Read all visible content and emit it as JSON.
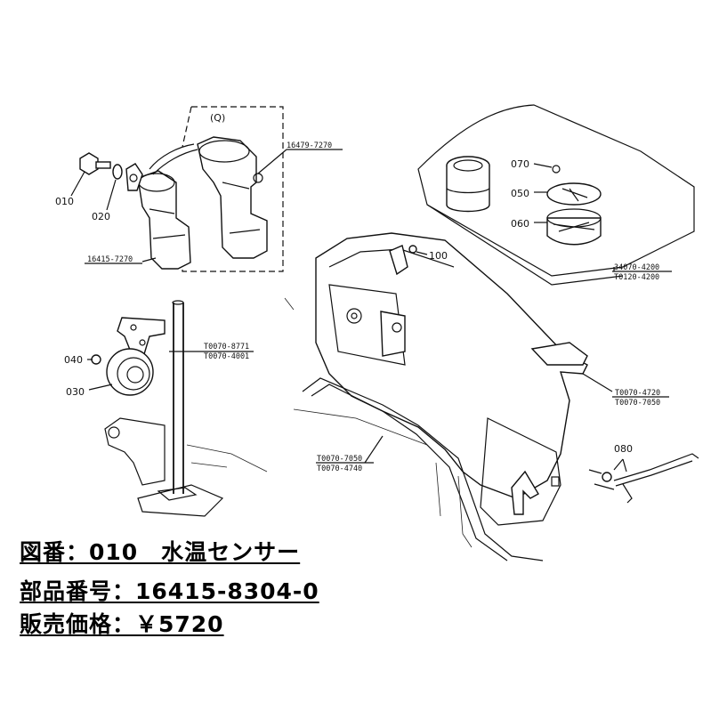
{
  "labels": {
    "q": "(Q)",
    "p16479": "16479-7270",
    "p010": "010",
    "p020": "020",
    "p16415": "16415-7270",
    "p040": "040",
    "p030": "030",
    "t8771": "T0070-8771",
    "t4001": "T0070-4001",
    "p070": "070",
    "p050": "050",
    "p060": "060",
    "p100": "100",
    "p34070": "34070-4200",
    "t0120": "T0120-4200",
    "t4720": "T0070-4720",
    "t7050a": "T0070-7050",
    "t7050b": "T0070-7050",
    "t4740": "T0070-4740",
    "p080": "080"
  },
  "caption": {
    "line1": "図番：010　水温センサー",
    "line2": "部品番号：16415-8304-0",
    "line3": "販売価格：￥5720"
  }
}
